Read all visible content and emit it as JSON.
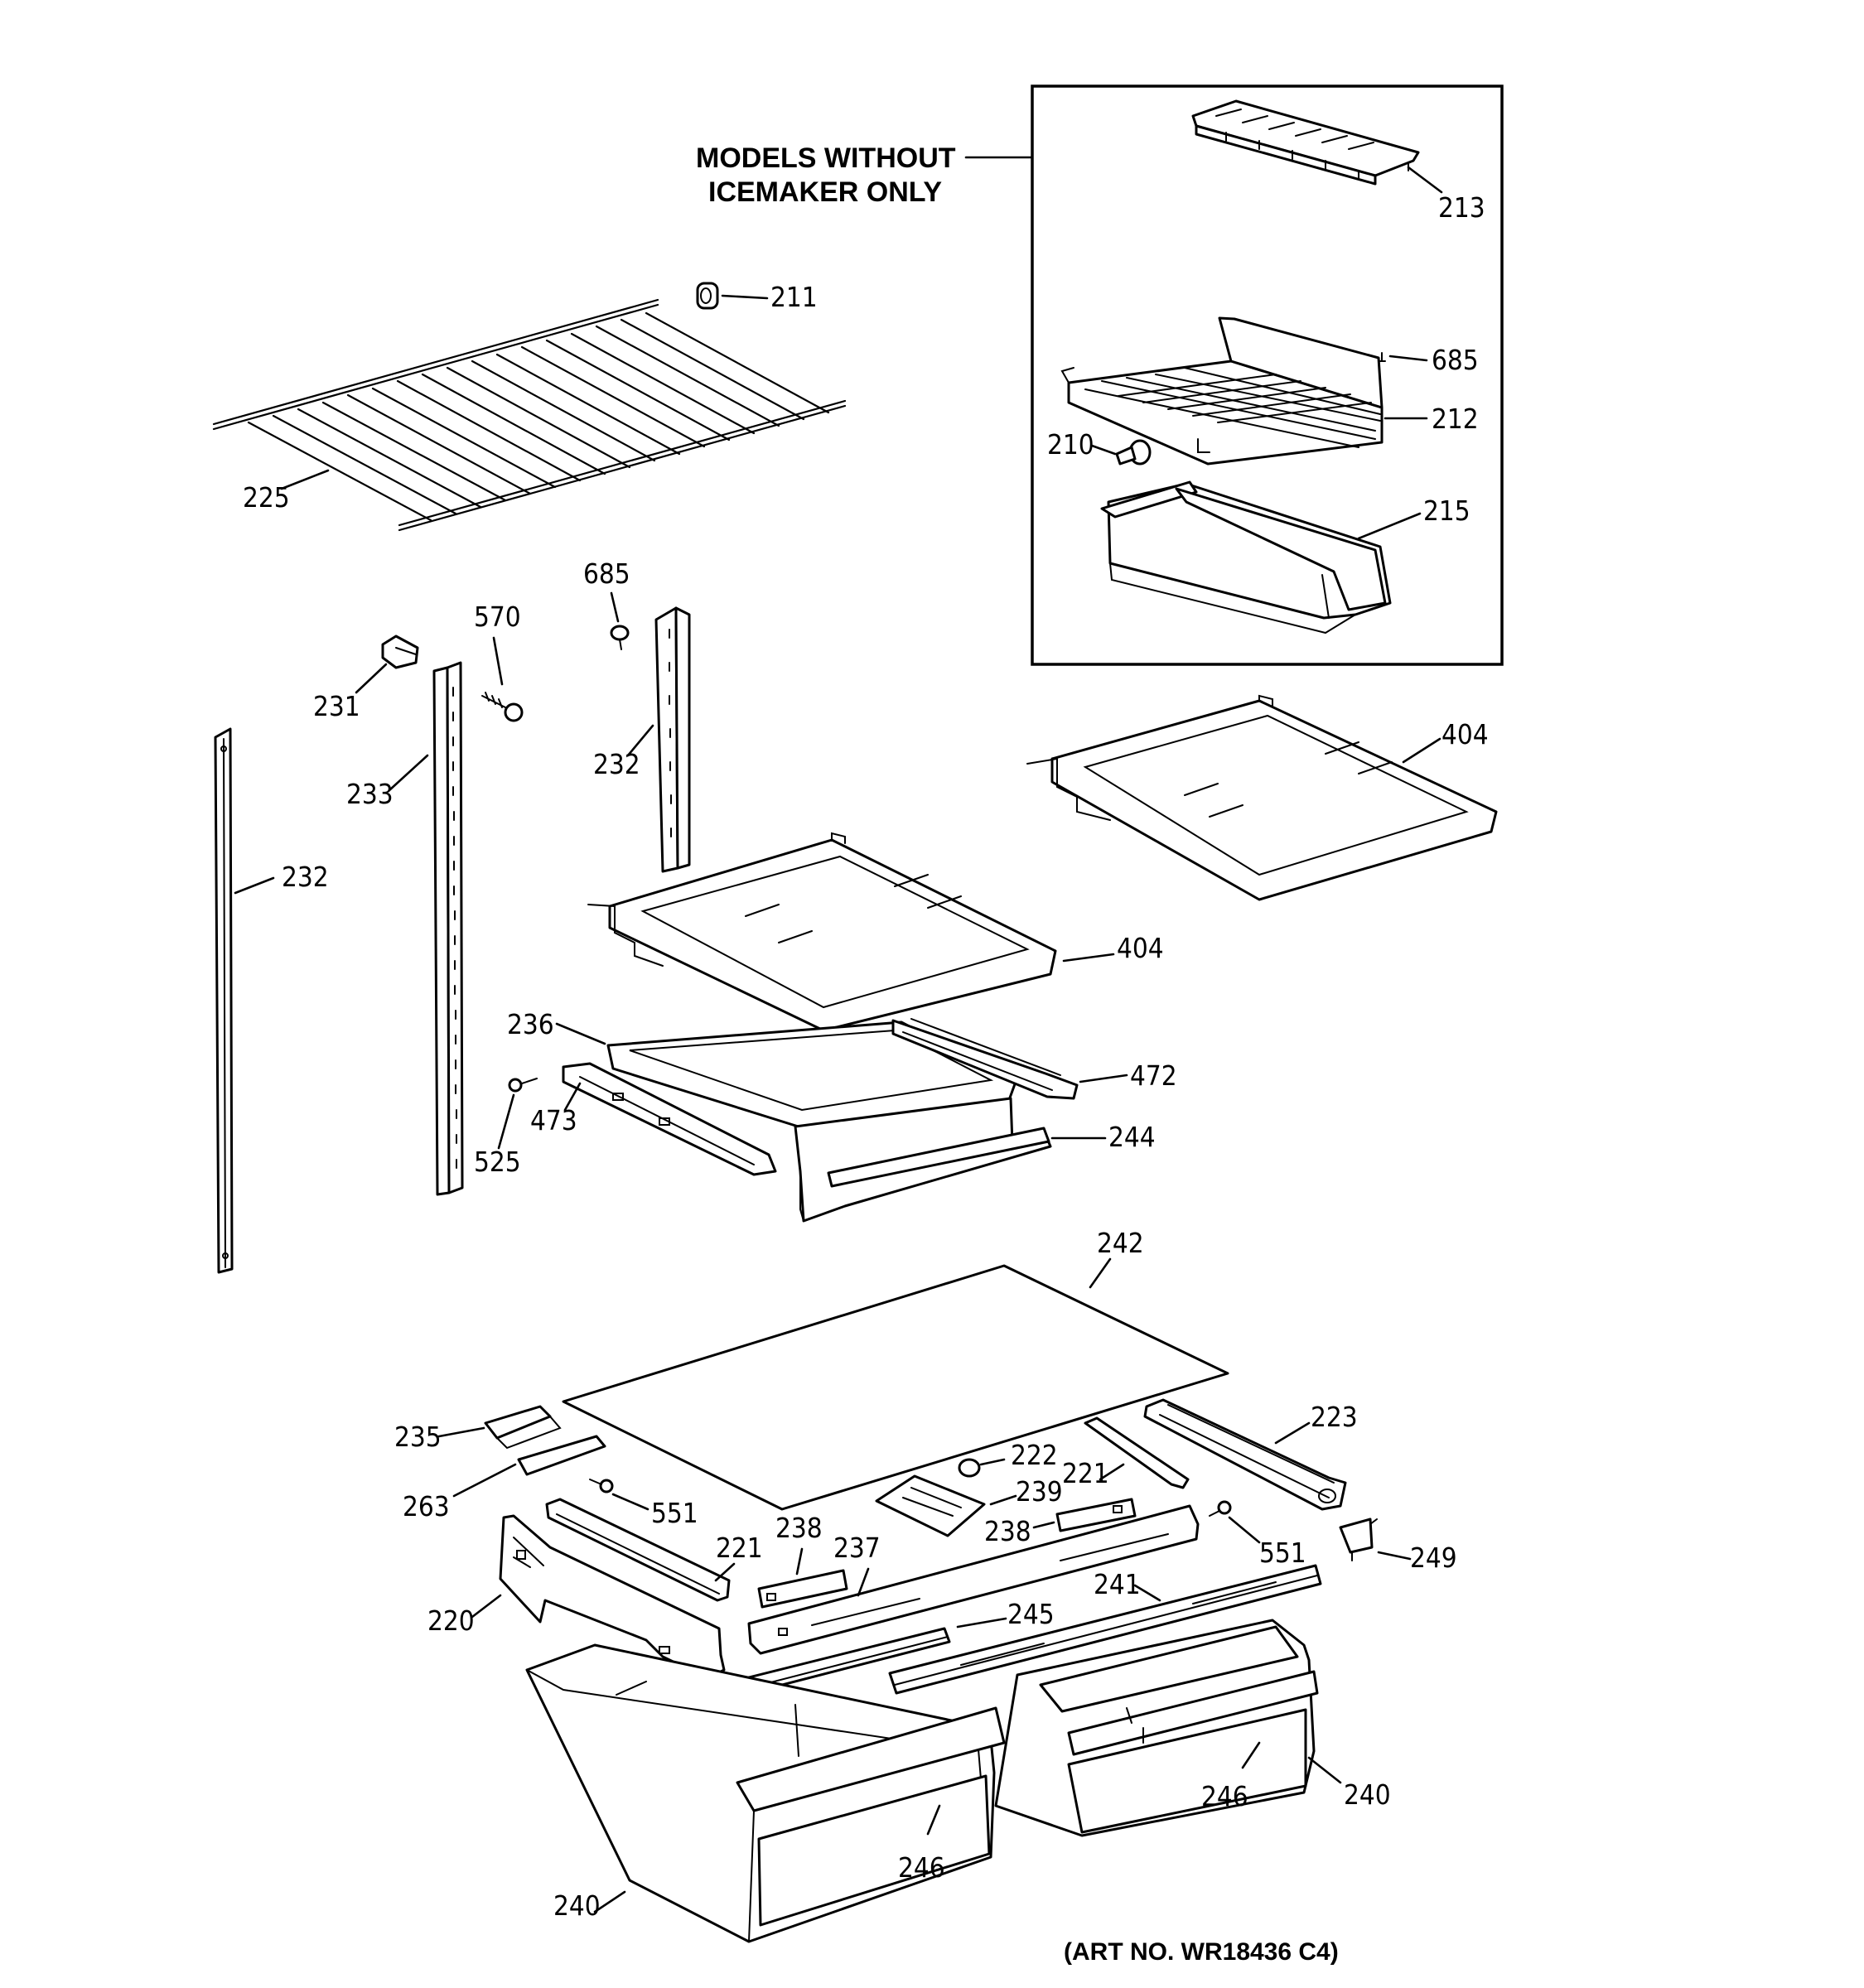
{
  "header_note": {
    "line1": "MODELS WITHOUT",
    "line2": "ICEMAKER ONLY"
  },
  "art_number": "(ART NO. WR18436 C4)",
  "callouts": {
    "c211": "211",
    "c213": "213",
    "c685_box": "685",
    "c212": "212",
    "c210": "210",
    "c215": "215",
    "c225": "225",
    "c685": "685",
    "c570": "570",
    "c231": "231",
    "c232_mid": "232",
    "c233": "233",
    "c232_left": "232",
    "c404_right": "404",
    "c404_left": "404",
    "c236": "236",
    "c472": "472",
    "c473": "473",
    "c525": "525",
    "c244": "244",
    "c242": "242",
    "c223": "223",
    "c235": "235",
    "c222": "222",
    "c221_right": "221",
    "c239": "239",
    "c263": "263",
    "c551_left": "551",
    "c238_left": "238",
    "c238_right": "238",
    "c551_right": "551",
    "c249": "249",
    "c221_left": "221",
    "c237": "237",
    "c241": "241",
    "c220": "220",
    "c245": "245",
    "c246_right": "246",
    "c240_right": "240",
    "c246_left": "246",
    "c240_left": "240"
  }
}
